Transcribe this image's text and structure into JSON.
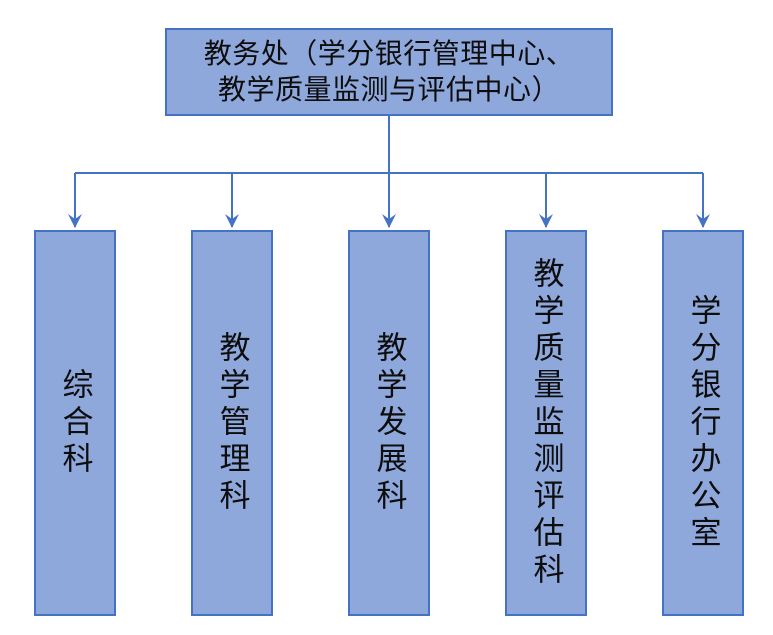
{
  "diagram": {
    "type": "org-chart",
    "root": {
      "label": "教务处（学分银行管理中心、教学质量监测与评估中心）",
      "label_line1": "教务处（学分银行管理中心、",
      "label_line2": "教学质量监测与评估中心）"
    },
    "departments": [
      {
        "label": "综合科"
      },
      {
        "label": "教学管理科"
      },
      {
        "label": "教学发展科"
      },
      {
        "label": "教学质量监测评估科"
      },
      {
        "label": "学分银行办公室"
      }
    ],
    "colors": {
      "box_fill": "#8FA8DC",
      "box_border": "#4472C4",
      "connector": "#4472C4",
      "text": "#0D0D0D",
      "background": "#FFFFFF"
    }
  }
}
